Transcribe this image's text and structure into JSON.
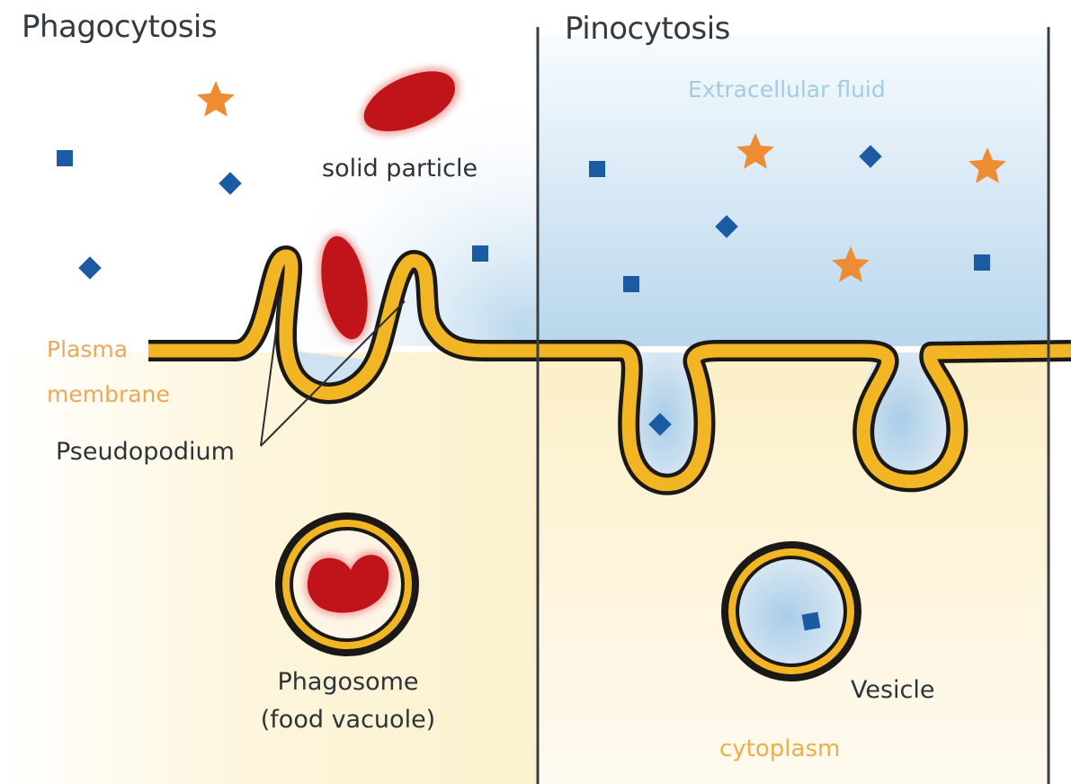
{
  "panels": {
    "left": {
      "title": "Phagocytosis"
    },
    "right": {
      "title": "Pinocytosis"
    }
  },
  "labels": {
    "extracellular_fluid": "Extracellular fluid",
    "solid_particle": "solid particle",
    "plasma_membrane_line1": "Plasma",
    "plasma_membrane_line2": "membrane",
    "pseudopodium": "Pseudopodium",
    "phagosome_line1": "Phagosome",
    "phagosome_line2": "(food vacuole)",
    "vesicle": "Vesicle",
    "cytoplasm": "cytoplasm"
  },
  "colors": {
    "membrane": "#f2b524",
    "membrane_outline": "#1c1a17",
    "particle": "#c0141a",
    "square_molecule": "#1c5aa3",
    "star_molecule": "#ee8c34",
    "extracellular_fluid": "#c7dff0",
    "cytoplasm": "#fdf4d4"
  },
  "icons": [
    "star-molecule-icon",
    "square-molecule-icon",
    "diamond-molecule-icon"
  ]
}
